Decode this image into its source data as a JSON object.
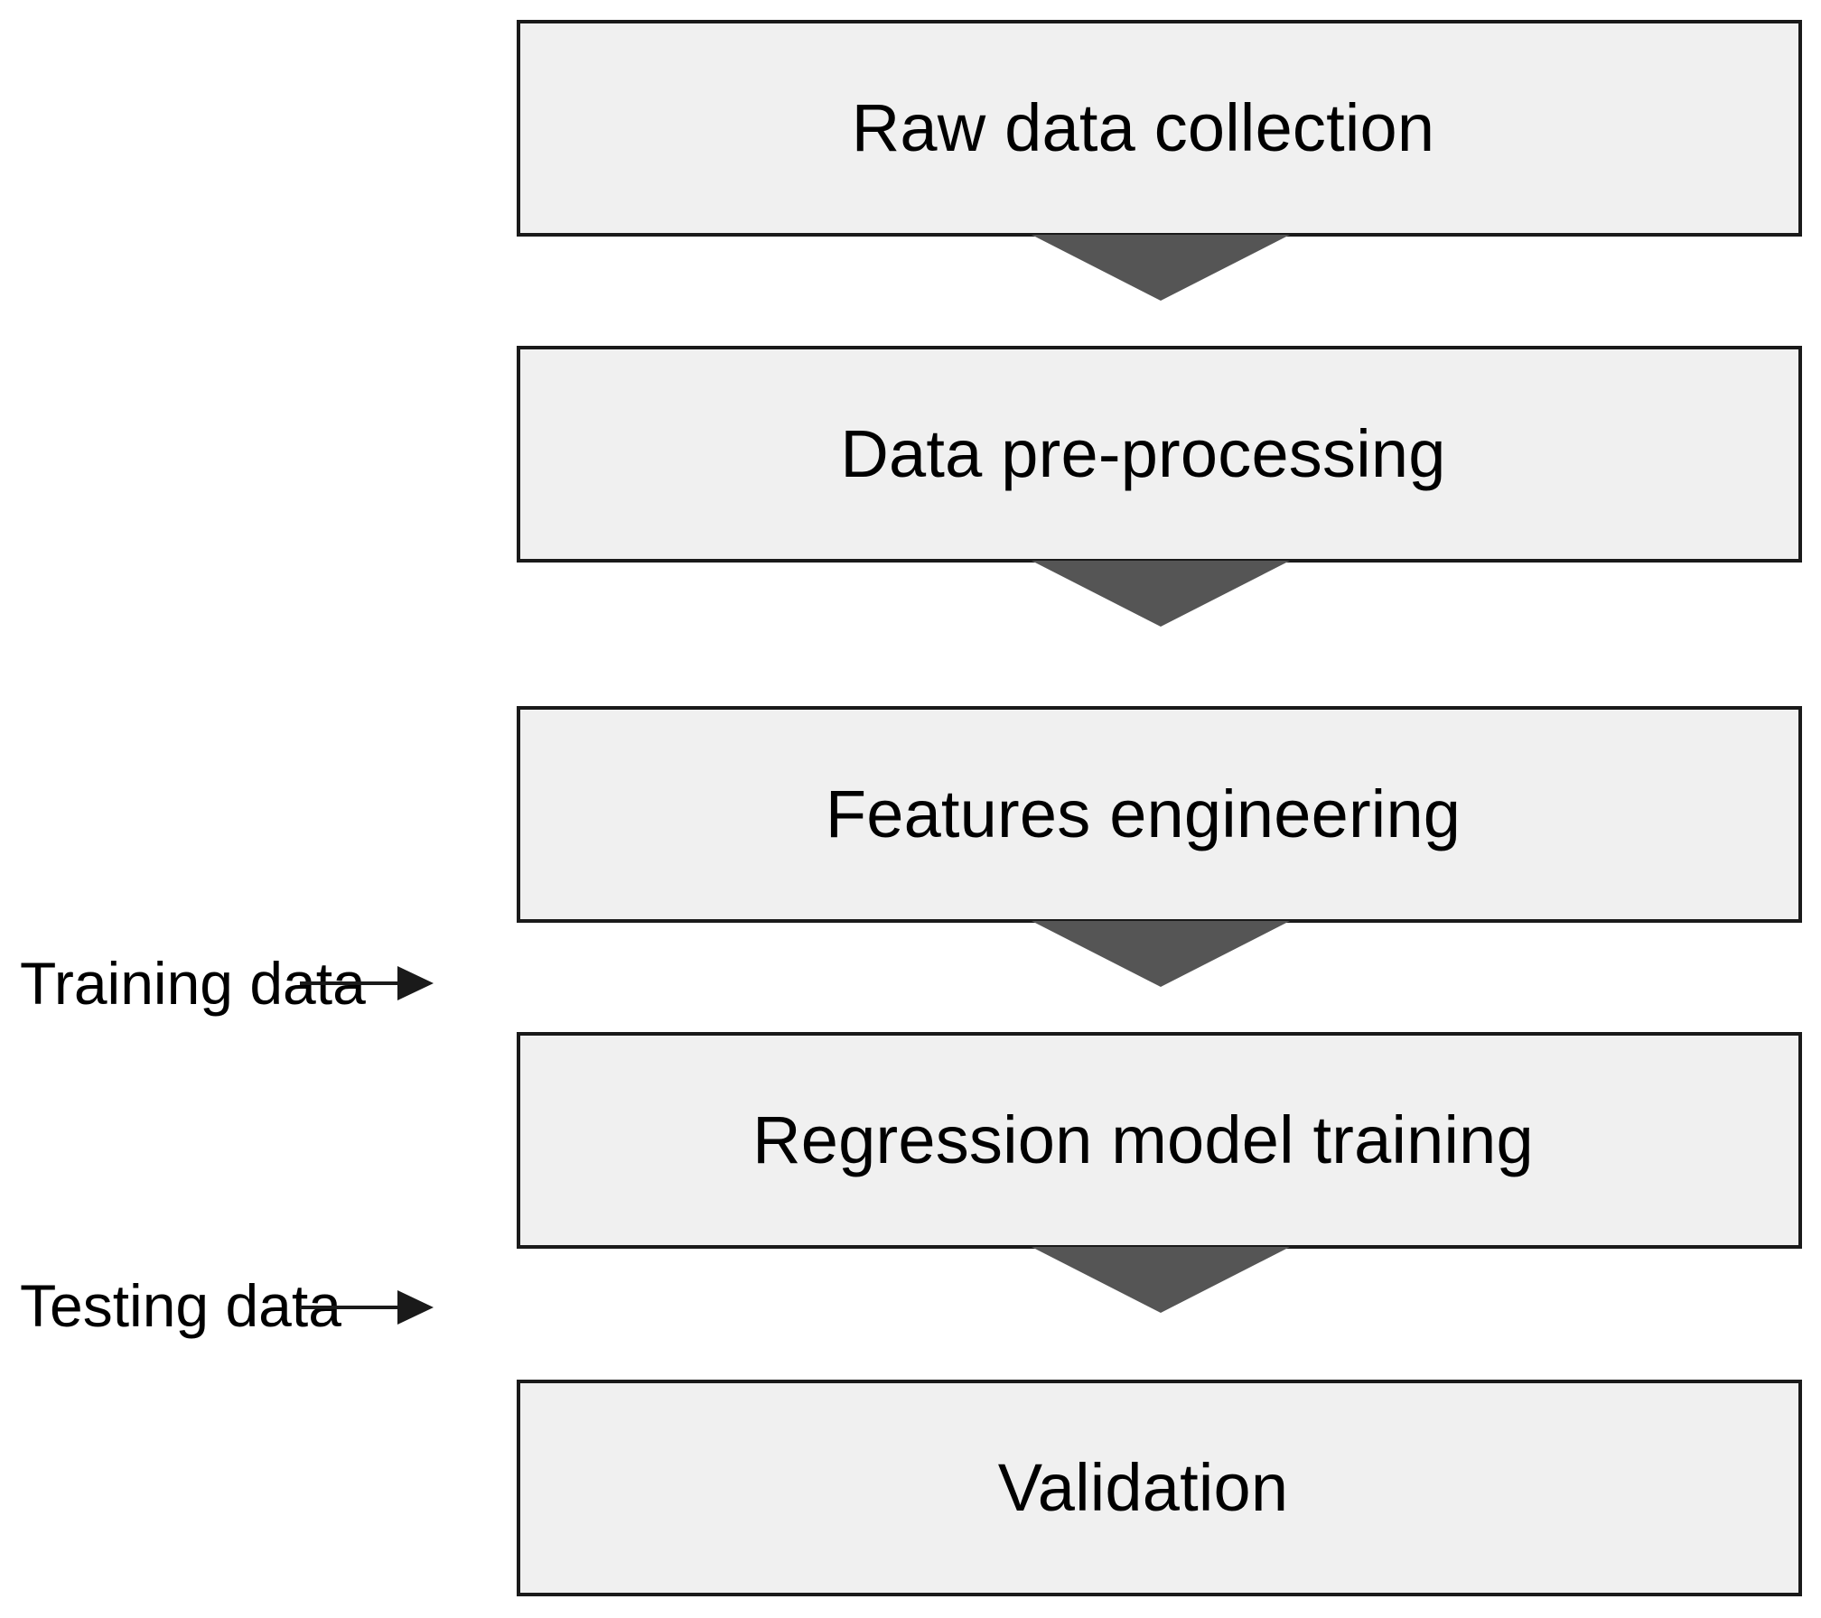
{
  "diagram": {
    "type": "flowchart",
    "orientation": "vertical",
    "title": "",
    "colors": {
      "node_fill": "#f0f0f0",
      "node_border": "#1a1a1a",
      "flow_arrow": "#555555",
      "side_arrow": "#1a1a1a",
      "text": "#000000",
      "background": "#ffffff"
    },
    "nodes": [
      {
        "id": "raw-data-collection",
        "label": "Raw data collection"
      },
      {
        "id": "data-pre-processing",
        "label": "Data pre-processing"
      },
      {
        "id": "features-engineering",
        "label": "Features engineering"
      },
      {
        "id": "regression-model-training",
        "label": "Regression model training"
      },
      {
        "id": "validation",
        "label": "Validation"
      }
    ],
    "flow_arrows": [
      {
        "from": "raw-data-collection",
        "to": "data-pre-processing"
      },
      {
        "from": "data-pre-processing",
        "to": "features-engineering"
      },
      {
        "from": "features-engineering",
        "to": "regression-model-training"
      },
      {
        "from": "regression-model-training",
        "to": "validation"
      }
    ],
    "side_inputs": [
      {
        "id": "training-data",
        "label": "Training data",
        "target": "regression-model-training"
      },
      {
        "id": "testing-data",
        "label": "Testing data",
        "target": "validation"
      }
    ]
  }
}
